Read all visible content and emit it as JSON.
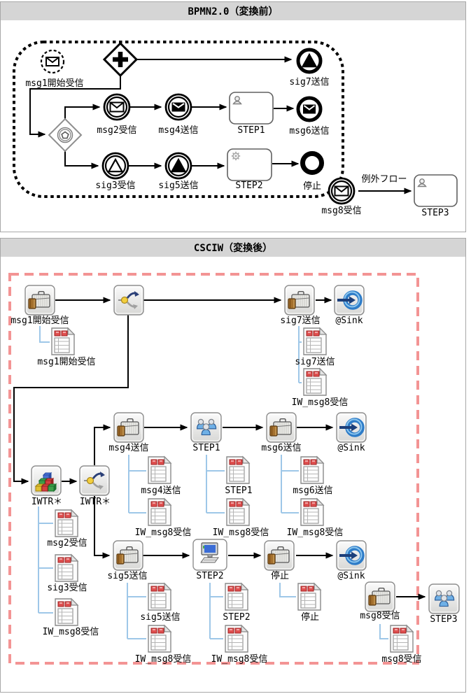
{
  "bpmn": {
    "title": "BPMN2.0（変換前）",
    "exception_flow_label": "例外フロー",
    "nodes": [
      {
        "id": "msg1",
        "type": "event-start-message",
        "label": "msg1開始受信"
      },
      {
        "id": "gw_parallel",
        "type": "gateway-parallel",
        "label": ""
      },
      {
        "id": "sig7",
        "type": "event-end-signal",
        "label": "sig7送信"
      },
      {
        "id": "gw_event",
        "type": "gateway-event",
        "label": ""
      },
      {
        "id": "msg2",
        "type": "event-catch-message",
        "label": "msg2受信"
      },
      {
        "id": "msg4",
        "type": "event-throw-message",
        "label": "msg4送信"
      },
      {
        "id": "step1",
        "type": "task-user",
        "label": "STEP1"
      },
      {
        "id": "msg6",
        "type": "event-end-message",
        "label": "msg6送信"
      },
      {
        "id": "sig3",
        "type": "event-catch-signal",
        "label": "sig3受信"
      },
      {
        "id": "sig5",
        "type": "event-throw-signal",
        "label": "sig5送信"
      },
      {
        "id": "step2",
        "type": "task-service",
        "label": "STEP2"
      },
      {
        "id": "stop",
        "type": "event-end",
        "label": "停止"
      },
      {
        "id": "msg8",
        "type": "event-catch-message",
        "label": "msg8受信"
      },
      {
        "id": "step3",
        "type": "task-user",
        "label": "STEP3"
      }
    ]
  },
  "csciw": {
    "title": "CSCIW（変換後）",
    "nodes": [
      {
        "id": "a_msg1",
        "type": "activity",
        "label": "msg1開始受信"
      },
      {
        "id": "sp_top",
        "type": "split",
        "label": ""
      },
      {
        "id": "a_sig7",
        "type": "activity",
        "label": "sig7送信"
      },
      {
        "id": "sink1",
        "type": "sink",
        "label": "@Sink"
      },
      {
        "id": "d_msg1",
        "type": "doc",
        "label": "msg1開始受信"
      },
      {
        "id": "d_sig7",
        "type": "doc",
        "label": "sig7送信"
      },
      {
        "id": "d_iw8_1",
        "type": "doc",
        "label": "IW_msg8受信"
      },
      {
        "id": "blocks",
        "type": "blocks",
        "label": "IWTR＊"
      },
      {
        "id": "sp2",
        "type": "split",
        "label": "IWTR＊"
      },
      {
        "id": "d_msg2",
        "type": "doc",
        "label": "msg2受信"
      },
      {
        "id": "d_sig3",
        "type": "doc",
        "label": "sig3受信"
      },
      {
        "id": "d_iw8_2",
        "type": "doc",
        "label": "IW_msg8受信"
      },
      {
        "id": "a_msg4",
        "type": "activity",
        "label": "msg4送信"
      },
      {
        "id": "p_step1",
        "type": "people",
        "label": "STEP1"
      },
      {
        "id": "a_msg6",
        "type": "activity",
        "label": "msg6送信"
      },
      {
        "id": "sink2",
        "type": "sink",
        "label": "@Sink"
      },
      {
        "id": "d_msg4",
        "type": "doc",
        "label": "msg4送信"
      },
      {
        "id": "d_iw8_3",
        "type": "doc",
        "label": "IW_msg8受信"
      },
      {
        "id": "d_step1",
        "type": "doc",
        "label": "STEP1"
      },
      {
        "id": "d_iw8_4",
        "type": "doc",
        "label": "IW_msg8受信"
      },
      {
        "id": "d_msg6",
        "type": "doc",
        "label": "msg6送信"
      },
      {
        "id": "d_iw8_5",
        "type": "doc",
        "label": "IW_msg8受信"
      },
      {
        "id": "a_sig5",
        "type": "activity",
        "label": "sig5送信"
      },
      {
        "id": "c_step2",
        "type": "computer",
        "label": "STEP2"
      },
      {
        "id": "a_stop",
        "type": "activity",
        "label": "停止"
      },
      {
        "id": "sink3",
        "type": "sink",
        "label": "@Sink"
      },
      {
        "id": "d_sig5",
        "type": "doc",
        "label": "sig5送信"
      },
      {
        "id": "d_iw8_6",
        "type": "doc",
        "label": "IW_msg8受信"
      },
      {
        "id": "d_step2",
        "type": "doc",
        "label": "STEP2"
      },
      {
        "id": "d_iw8_7",
        "type": "doc",
        "label": "IW_msg8受信"
      },
      {
        "id": "d_stop",
        "type": "doc",
        "label": "停止"
      },
      {
        "id": "a_msg8",
        "type": "activity",
        "label": "msg8受信"
      },
      {
        "id": "d_msg8",
        "type": "doc",
        "label": "msg8受信"
      },
      {
        "id": "p_step3",
        "type": "people",
        "label": "STEP3"
      }
    ]
  },
  "colors": {
    "boundary_dashed_black": "#000000",
    "boundary_dashed_red": "#f39494",
    "data_link_blue": "#9ec7e8",
    "header_background": "#d5d5d5",
    "flow_line": "#000000"
  },
  "icon_types": {
    "activity": "briefcase-activity-icon",
    "split": "conditional-split-icon",
    "blocks": "iwtr-cubes-icon",
    "people": "user-group-icon",
    "computer": "workstation-icon",
    "sink": "sink-icon",
    "doc": "parameter-document-icon"
  }
}
